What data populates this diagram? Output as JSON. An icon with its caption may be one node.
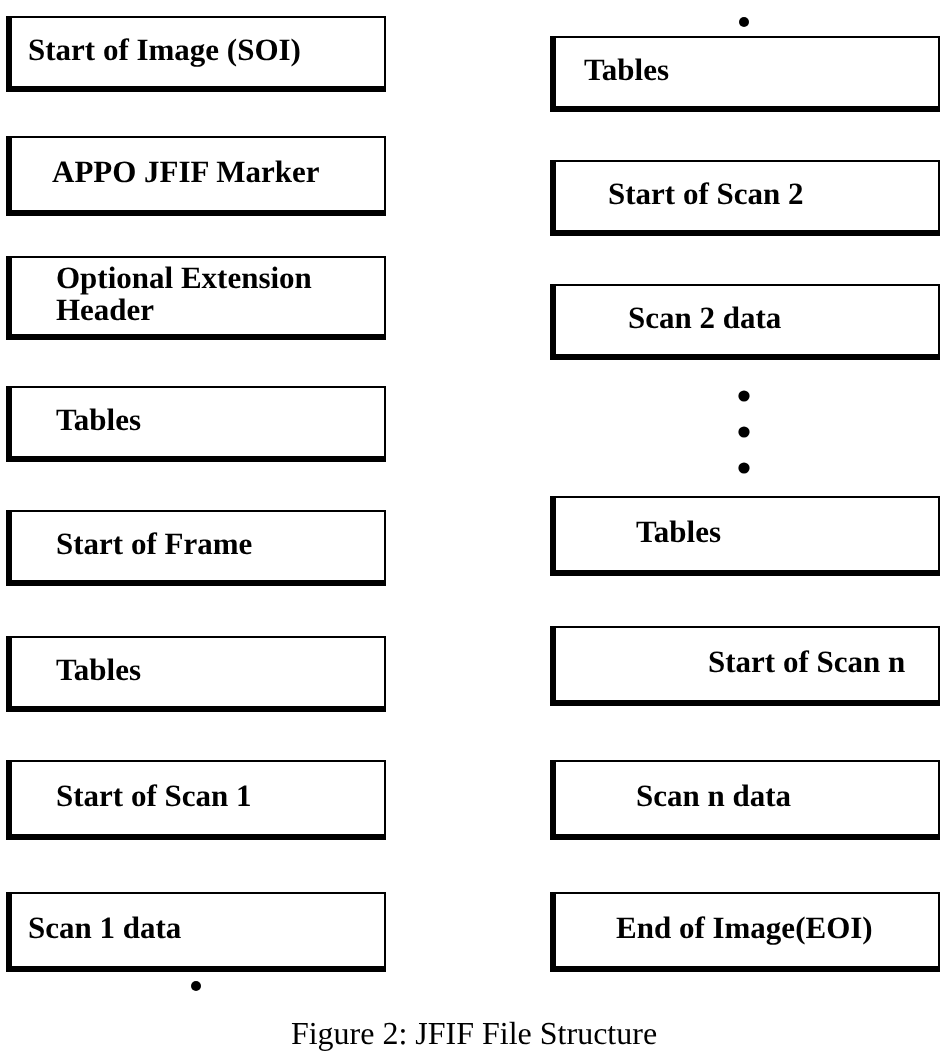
{
  "diagram": {
    "caption": "Figure 2: JFIF File Structure",
    "nodes": [
      {
        "text": [
          "Start of Image (SOI)"
        ]
      },
      {
        "text": [
          "APPO JFIF Marker"
        ]
      },
      {
        "text": [
          "Optional Extension Header"
        ]
      },
      {
        "text": [
          "Tables"
        ]
      },
      {
        "text": [
          "Start of Frame"
        ]
      },
      {
        "text": [
          "Tables"
        ]
      },
      {
        "text": [
          "Start of Scan 1"
        ]
      },
      {
        "text": [
          "Scan 1 data"
        ]
      },
      {
        "text": [
          "Tables"
        ]
      },
      {
        "text": [
          "Start of Scan 2"
        ]
      },
      {
        "text": [
          "Scan 2 data"
        ]
      },
      {
        "text": [
          "Tables"
        ]
      },
      {
        "text": [
          "Start of Scan n"
        ]
      },
      {
        "text": [
          "Scan n data"
        ]
      },
      {
        "text": [
          "End of Image(EOI)"
        ]
      }
    ]
  }
}
